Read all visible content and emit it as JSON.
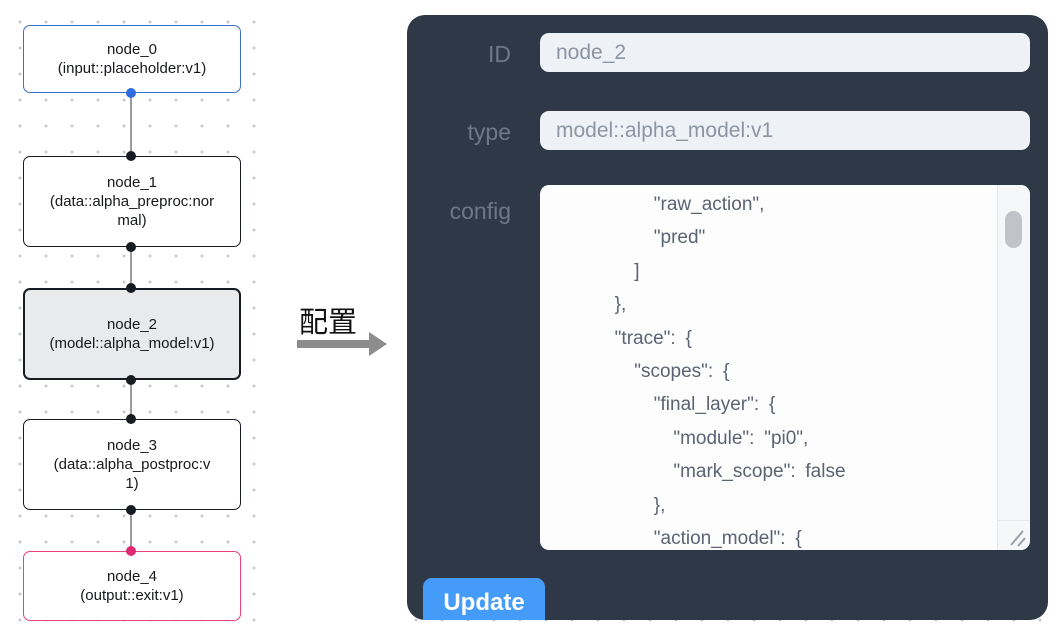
{
  "canvas": {
    "nodes": [
      {
        "id": "node_0",
        "title": "node_0",
        "subtitle": "(input::placeholder:v1)"
      },
      {
        "id": "node_1",
        "title": "node_1",
        "subtitle": "(data::alpha_preproc:normal)"
      },
      {
        "id": "node_2",
        "title": "node_2",
        "subtitle": "(model::alpha_model:v1)",
        "selected": true
      },
      {
        "id": "node_3",
        "title": "node_3",
        "subtitle": "(data::alpha_postproc:v1)"
      },
      {
        "id": "node_4",
        "title": "node_4",
        "subtitle": "(output::exit:v1)"
      }
    ]
  },
  "arrow_label": "配置",
  "panel": {
    "fields": [
      {
        "label": "ID",
        "value": "node_2"
      },
      {
        "label": "type",
        "value": "model::alpha_model:v1"
      }
    ],
    "config_label": "config",
    "config_text": "          \"raw_action\",\n          \"pred\"\n        ]\n      },\n      \"trace\": {\n        \"scopes\": {\n          \"final_layer\": {\n            \"module\": \"pi0\",\n            \"mark_scope\": false\n          },\n          \"action_model\": {",
    "update_button": "Update"
  },
  "colors": {
    "panel_bg": "#2e3846",
    "button_blue": "#459bf8",
    "input_node_blue": "#3e6fc8",
    "handle_blue": "#2f6ce2",
    "output_node_pink": "#e7417a",
    "handle_pink": "#e22a72",
    "selected_node_bg": "#e9eaec",
    "node_border_dark": "#171b22",
    "edge_gray": "#9b9b9b",
    "dot_gray": "#c7c8cc"
  }
}
